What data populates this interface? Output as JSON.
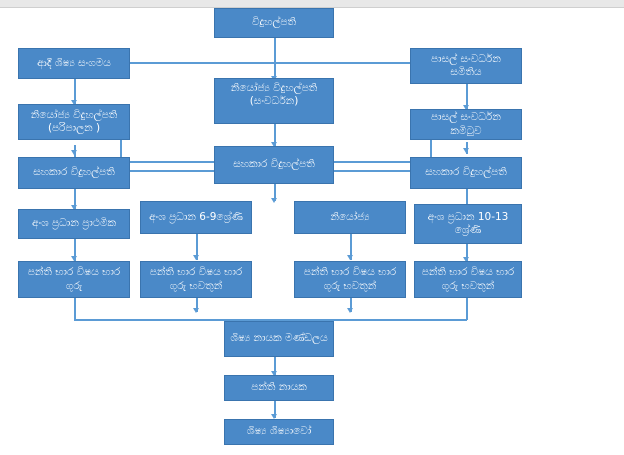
{
  "chart_data": {
    "type": "diagram",
    "title": "School Organizational Hierarchy Chart (Sinhala)",
    "nodes": [
      {
        "id": "principal",
        "label": "විදුහල්පති"
      },
      {
        "id": "old-students",
        "label": "ආදී ශිෂ්‍ය සංගමය"
      },
      {
        "id": "sdc-society",
        "label": "පාසල් සංවර්ධන සමිතිය"
      },
      {
        "id": "deputy-admin",
        "label": "නියෝජ්‍ය විදුහල්පති (පරිපාලන )"
      },
      {
        "id": "deputy-dev",
        "label": "නියෝජ්‍ය විදුහල්පති (සංවර්ධන)"
      },
      {
        "id": "sdc-committee",
        "label": "පාසල් සංවර්ධන කමිටුව"
      },
      {
        "id": "asst-principal-c",
        "label": "සහකාර විදුහල්පති"
      },
      {
        "id": "asst-principal-l",
        "label": "සහකාර විදුහල්පති"
      },
      {
        "id": "asst-principal-r",
        "label": "සහකාර විදුහල්පති"
      },
      {
        "id": "head-primary",
        "label": "අංශ ප්‍රධාන ප්‍රාථමික"
      },
      {
        "id": "head-6-9",
        "label": "අංශ ප්‍රධාන 6-9ශ්‍රේණි"
      },
      {
        "id": "deputy-section",
        "label": "නියෝජ්‍ය"
      },
      {
        "id": "head-10-13",
        "label": "අංශ ප්‍රධාන 10-13 ශ්‍රේණි"
      },
      {
        "id": "teachers-1",
        "label": "පන්ති භාර විෂය භාර ගුරු"
      },
      {
        "id": "teachers-2",
        "label": "පන්ති භාර විෂය භාර ගුරු භවතුන්"
      },
      {
        "id": "teachers-3",
        "label": "පන්ති භාර විෂය භාර ගුරු භවතුන්"
      },
      {
        "id": "teachers-4",
        "label": "පන්ති භාර විෂය භාර ගුරු භවතුන්"
      },
      {
        "id": "student-council",
        "label": "ශිෂ්‍ය නායක මණ්ඩලය"
      },
      {
        "id": "class-leader",
        "label": "පන්ති නායක"
      },
      {
        "id": "students",
        "label": "ශිෂ්‍ය ශිෂ්‍යාවෝ"
      }
    ],
    "edges": [
      {
        "from": "principal",
        "to": "deputy-dev"
      },
      {
        "from": "old-students",
        "to": "deputy-admin"
      },
      {
        "from": "old-students",
        "to": "deputy-dev"
      },
      {
        "from": "sdc-society",
        "to": "sdc-committee"
      },
      {
        "from": "sdc-society",
        "to": "deputy-dev"
      },
      {
        "from": "deputy-dev",
        "to": "asst-principal-c"
      },
      {
        "from": "sdc-committee",
        "to": "asst-principal-c"
      },
      {
        "from": "asst-principal-c",
        "to": "asst-principal-l"
      },
      {
        "from": "asst-principal-c",
        "to": "asst-principal-r"
      },
      {
        "from": "asst-principal-c",
        "to": "head-6-9"
      },
      {
        "from": "asst-principal-l",
        "to": "head-primary"
      },
      {
        "from": "asst-principal-r",
        "to": "head-10-13"
      },
      {
        "from": "head-primary",
        "to": "teachers-1"
      },
      {
        "from": "head-6-9",
        "to": "teachers-2"
      },
      {
        "from": "deputy-section",
        "to": "teachers-3"
      },
      {
        "from": "head-10-13",
        "to": "teachers-4"
      },
      {
        "from": "teachers-1",
        "to": "student-council"
      },
      {
        "from": "teachers-2",
        "to": "student-council"
      },
      {
        "from": "teachers-3",
        "to": "student-council"
      },
      {
        "from": "teachers-4",
        "to": "student-council"
      },
      {
        "from": "student-council",
        "to": "class-leader"
      },
      {
        "from": "class-leader",
        "to": "students"
      }
    ],
    "colors": {
      "node_fill": "#4a89c8",
      "node_border": "#3a74ae",
      "node_text": "#ffffff",
      "connector": "#5b9bd5",
      "background": "#ffffff",
      "topbar": "#e8e8e8"
    }
  }
}
